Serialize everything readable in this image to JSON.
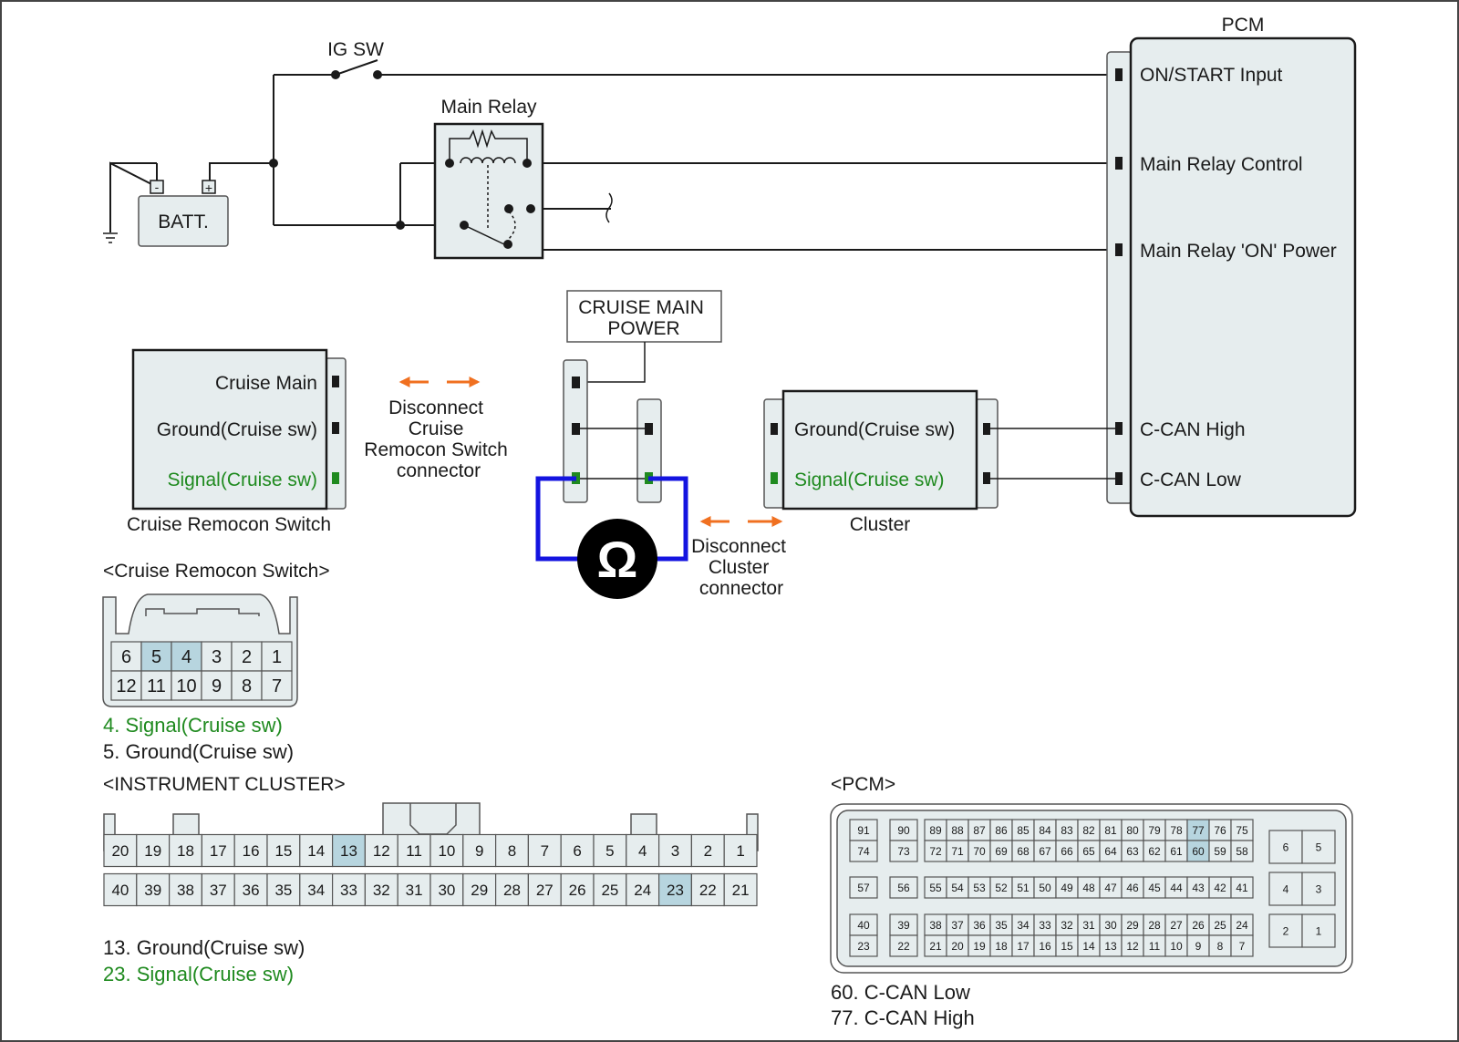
{
  "labels": {
    "ig_sw": "IG SW",
    "main_relay": "Main Relay",
    "batt": "BATT.",
    "batt_neg": "-",
    "batt_pos": "+",
    "pcm_title": "PCM",
    "cruise_main_power": [
      "CRUISE MAIN",
      "POWER"
    ],
    "remocon_switch_caption": "Cruise Remocon Switch",
    "cluster_caption": "Cluster",
    "disconnect_remocon": [
      "Disconnect",
      "Cruise",
      "Remocon Switch",
      "connector"
    ],
    "disconnect_cluster": [
      "Disconnect",
      "Cluster",
      "connector"
    ],
    "ohm_symbol": "Ω"
  },
  "pcm_terminals": [
    "ON/START Input",
    "Main Relay Control",
    "Main Relay 'ON' Power",
    "C-CAN High",
    "C-CAN Low"
  ],
  "remocon_terminals": [
    {
      "label": "Cruise Main",
      "green": false
    },
    {
      "label": "Ground(Cruise sw)",
      "green": false
    },
    {
      "label": "Signal(Cruise sw)",
      "green": true
    }
  ],
  "cluster_terminals": [
    {
      "label": "Ground(Cruise sw)",
      "green": false
    },
    {
      "label": "Signal(Cruise sw)",
      "green": true
    }
  ],
  "remocon_connector": {
    "title": "<Cruise Remocon Switch>",
    "rows": [
      [
        "6",
        "5",
        "4",
        "3",
        "2",
        "1"
      ],
      [
        "12",
        "11",
        "10",
        "9",
        "8",
        "7"
      ]
    ],
    "highlight": [
      "5",
      "4"
    ],
    "notes": [
      {
        "text": "4. Signal(Cruise sw)",
        "green": true
      },
      {
        "text": "5. Ground(Cruise sw)",
        "green": false
      }
    ]
  },
  "cluster_connector": {
    "title": "<INSTRUMENT CLUSTER>",
    "rows": [
      [
        "20",
        "19",
        "18",
        "17",
        "16",
        "15",
        "14",
        "13",
        "12",
        "11",
        "10",
        "9",
        "8",
        "7",
        "6",
        "5",
        "4",
        "3",
        "2",
        "1"
      ],
      [
        "40",
        "39",
        "38",
        "37",
        "36",
        "35",
        "34",
        "33",
        "32",
        "31",
        "30",
        "29",
        "28",
        "27",
        "26",
        "25",
        "24",
        "23",
        "22",
        "21"
      ]
    ],
    "highlight": [
      "13",
      "23"
    ],
    "notes": [
      {
        "text": "13. Ground(Cruise sw)",
        "green": false
      },
      {
        "text": "23. Signal(Cruise sw)",
        "green": true
      }
    ]
  },
  "pcm_connector": {
    "title": "<PCM>",
    "groups": [
      {
        "rows": [
          [
            "91"
          ],
          [
            "74"
          ]
        ]
      },
      {
        "rows": [
          [
            "90"
          ],
          [
            "73"
          ]
        ]
      },
      {
        "rows": [
          [
            "89",
            "88",
            "87",
            "86",
            "85",
            "84",
            "83",
            "82",
            "81",
            "80",
            "79",
            "78",
            "77",
            "76",
            "75"
          ],
          [
            "72",
            "71",
            "70",
            "69",
            "68",
            "67",
            "66",
            "65",
            "64",
            "63",
            "62",
            "61",
            "60",
            "59",
            "58"
          ]
        ]
      },
      {
        "rows": [
          [
            "57"
          ]
        ]
      },
      {
        "rows": [
          [
            "56"
          ]
        ]
      },
      {
        "rows": [
          [
            "55",
            "54",
            "53",
            "52",
            "51",
            "50",
            "49",
            "48",
            "47",
            "46",
            "45",
            "44",
            "43",
            "42",
            "41"
          ]
        ]
      },
      {
        "rows": [
          [
            "40"
          ],
          [
            "23"
          ]
        ]
      },
      {
        "rows": [
          [
            "39"
          ],
          [
            "22"
          ]
        ]
      },
      {
        "rows": [
          [
            "38",
            "37",
            "36",
            "35",
            "34",
            "33",
            "32",
            "31",
            "30",
            "29",
            "28",
            "27",
            "26",
            "25",
            "24"
          ],
          [
            "21",
            "20",
            "19",
            "18",
            "17",
            "16",
            "15",
            "14",
            "13",
            "12",
            "11",
            "10",
            "9",
            "8",
            "7"
          ]
        ]
      },
      {
        "rows": [
          [
            "6",
            "5"
          ]
        ]
      },
      {
        "rows": [
          [
            "4",
            "3"
          ]
        ]
      },
      {
        "rows": [
          [
            "2",
            "1"
          ]
        ]
      }
    ],
    "highlight": [
      "77",
      "60"
    ],
    "notes": [
      {
        "text": "60. C-CAN Low",
        "green": false
      },
      {
        "text": "77. C-CAN High",
        "green": false
      }
    ]
  },
  "colors": {
    "box_fill": "#e6edee",
    "pin_highlight": "#b7d5df",
    "wire": "#1a1a1a",
    "ohm_wire": "#1414e0",
    "arrow": "#f07020",
    "signal_green": "#1f8a1f"
  }
}
